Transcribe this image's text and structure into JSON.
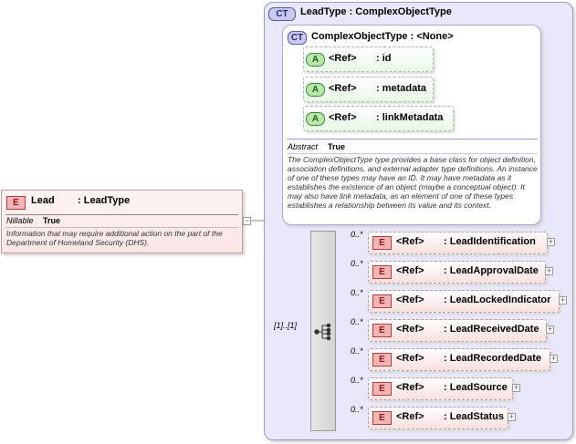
{
  "lead": {
    "badge": "E",
    "name": "Lead",
    "type": ": LeadType",
    "nillable_label": "Nillable",
    "nillable_value": "True",
    "description": "Information that may require additional action on the part of the Department of Homeland Security (DHS).",
    "collapse": "−"
  },
  "leadtype": {
    "badge": "CT",
    "title": "LeadType : ComplexObjectType"
  },
  "complexobjecttype": {
    "badge": "CT",
    "title": "ComplexObjectType : <None>",
    "attributes": [
      {
        "badge": "A",
        "ref": "<Ref>",
        "name": ": id"
      },
      {
        "badge": "A",
        "ref": "<Ref>",
        "name": ": metadata"
      },
      {
        "badge": "A",
        "ref": "<Ref>",
        "name": ": linkMetadata"
      }
    ],
    "abstract_label": "Abstract",
    "abstract_value": "True",
    "description": "The ComplexObjectType type provides a base class for object definition, association definitions, and external adapter type definitions. An instance of one of these types may have an ID. It may have metadata as it establishes the existence of an object (maybe a conceptual object). It may also have link metadata, as an element of one of these types establishes a relationship between its value and its context."
  },
  "sequence": {
    "multiplicity": "[1]..[1]",
    "elements": [
      {
        "badge": "E",
        "ref": "<Ref>",
        "name": ": LeadIdentification",
        "mult": "0..*",
        "expand": "+"
      },
      {
        "badge": "E",
        "ref": "<Ref>",
        "name": ": LeadApprovalDate",
        "mult": "0..*",
        "expand": "+"
      },
      {
        "badge": "E",
        "ref": "<Ref>",
        "name": ": LeadLockedIndicator",
        "mult": "0..*",
        "expand": "+"
      },
      {
        "badge": "E",
        "ref": "<Ref>",
        "name": ": LeadReceivedDate",
        "mult": "0..*",
        "expand": "+"
      },
      {
        "badge": "E",
        "ref": "<Ref>",
        "name": ": LeadRecordedDate",
        "mult": "0..*",
        "expand": "+"
      },
      {
        "badge": "E",
        "ref": "<Ref>",
        "name": ": LeadSource",
        "mult": "0..*",
        "expand": "+"
      },
      {
        "badge": "E",
        "ref": "<Ref>",
        "name": ": LeadStatus",
        "mult": "0..*",
        "expand": "+"
      }
    ]
  },
  "colors": {
    "element_fill": "#fbe0e0",
    "element_badge": "#f5b4b4",
    "attribute_fill": "#e9f9e6",
    "attribute_badge": "#b8e6a8",
    "complextype_fill": "#e8e8fa",
    "complextype_border": "#9a9ad0"
  }
}
